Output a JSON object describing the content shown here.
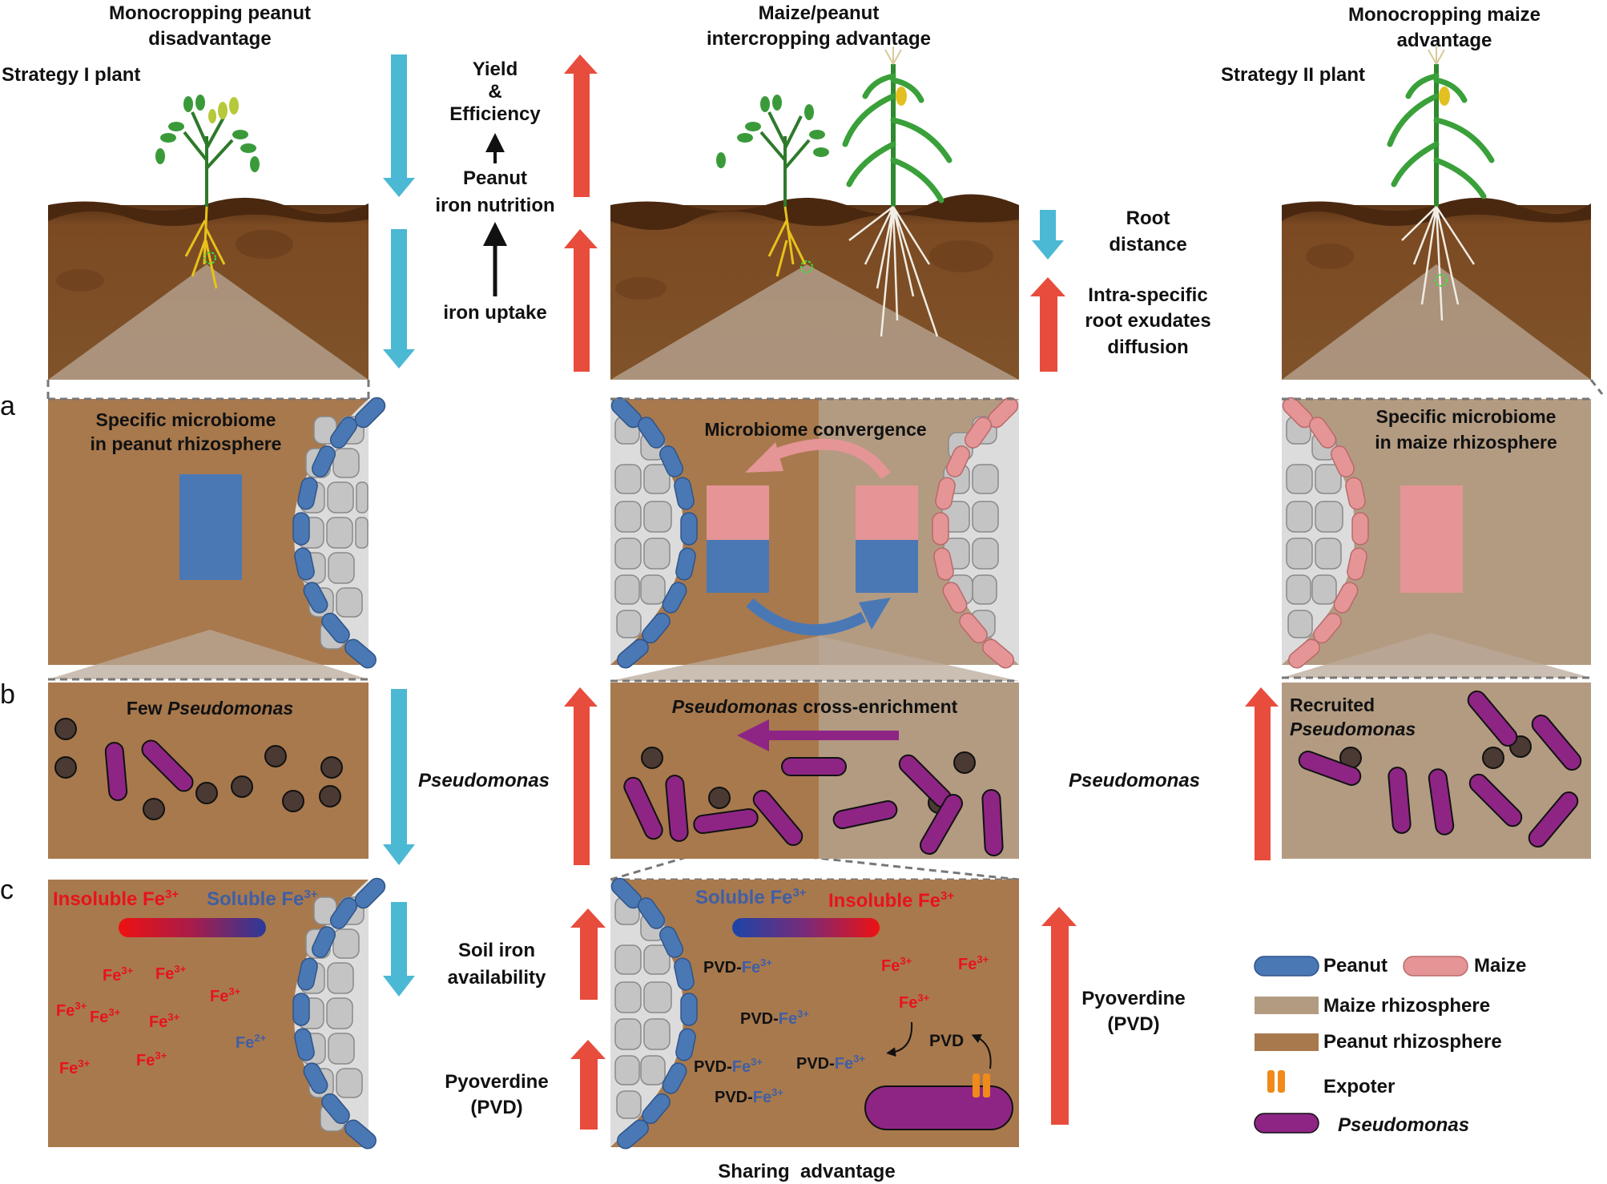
{
  "colors": {
    "peanut_blue": "#4a78b5",
    "maize_pink": "#e59596",
    "pseudomonas_purple": "#8e2585",
    "peanut_rhizosphere": "#a8794d",
    "maize_rhizosphere": "#b39b82",
    "soil_dark": "#5c3315",
    "arrow_red": "#e84c3d",
    "arrow_cyan": "#4bb8d4",
    "fe_red": "#e8131b",
    "fe_blue": "#3f5fa6"
  },
  "columns": {
    "left_title_1": "Monocropping peanut",
    "left_title_2": "disadvantage",
    "middle_title_1": "Maize/peanut",
    "middle_title_2": "intercropping advantage",
    "right_title_1": "Monocropping maize",
    "right_title_2": "advantage",
    "strategy_left": "Strategy I plant",
    "strategy_right": "Strategy II plant"
  },
  "row_labels": {
    "a": "a",
    "b": "b",
    "c": "c"
  },
  "top_labels": {
    "yield": "Yield",
    "amp": "&",
    "efficiency": "Efficiency",
    "peanut": "Peanut",
    "iron_nutrition": "iron nutrition",
    "iron_uptake": "iron uptake",
    "root": "Root",
    "distance": "distance",
    "intra_1": "Intra-specific",
    "intra_2": "root exudates",
    "intra_3": "diffusion"
  },
  "panel_a": {
    "left_1": "Specific microbiome",
    "left_2": "in peanut rhizosphere",
    "middle": "Microbiome convergence",
    "right_1": "Specific microbiome",
    "right_2": "in maize rhizosphere"
  },
  "panel_b": {
    "left_pre": "Few ",
    "left_italic": "Pseudomonas",
    "middle_italic": "Pseudomonas",
    "middle_post": " cross-enrichment",
    "right_1": "Recruited",
    "right_2": "Pseudomonas",
    "side_left": "Pseudomonas",
    "side_right": "Pseudomonas"
  },
  "panel_c": {
    "insoluble": "Insoluble Fe",
    "soluble": "Soluble Fe",
    "sup3": "3+",
    "sup2": "2+",
    "fe": "Fe",
    "pvd": "PVD",
    "pvd_prefix": "PVD-",
    "soil_iron_1": "Soil iron",
    "soil_iron_2": "availability",
    "pyo_left_1": "Pyoverdine",
    "pyo_left_2": "(PVD)",
    "pyo_right_1": "Pyoverdine",
    "pyo_right_2": "(PVD)",
    "sharing": "Sharing  advantage"
  },
  "legend": {
    "peanut": "Peanut",
    "maize": "Maize",
    "maize_rhizosphere": "Maize rhizosphere",
    "peanut_rhizosphere": "Peanut rhizosphere",
    "expoter": "Expoter",
    "pseudomonas": "Pseudomonas"
  }
}
